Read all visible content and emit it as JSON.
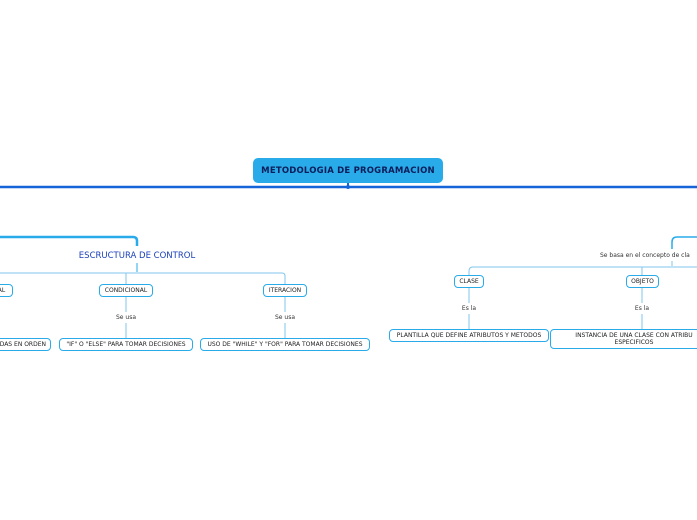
{
  "root": {
    "label": "METODOLOGIA DE PROGRAMACION"
  },
  "left_branch": {
    "topic": "ESCRUCTURA DE CONTROL",
    "children": [
      {
        "label": "AL",
        "detail": "DAS EN ORDEN"
      },
      {
        "label": "CONDICIONAL",
        "connector": "Se usa",
        "detail": "\"IF\" O \"ELSE\" PARA TOMAR DECISIONES"
      },
      {
        "label": "ITERACION",
        "connector": "Se usa",
        "detail": "USO DE \"WHILE\" Y \"FOR\" PARA TOMAR DECISIONES"
      }
    ]
  },
  "right_branch": {
    "connector": "Se basa en el concepto de cla",
    "children": [
      {
        "label": "CLASE",
        "connector": "Es la",
        "detail": "PLANTILLA QUE DEFINE ATRIBUTOS Y METODOS"
      },
      {
        "label": "OBJETO",
        "connector": "Es  la",
        "detail": "INSTANCIA DE UNA CLASE CON ATRIBU ESPECIFICOS"
      }
    ]
  },
  "colors": {
    "root_fill": "#29abe9",
    "main_line": "#1565d8",
    "branch_line": "#29abe9",
    "thin_line": "#7fc6ee",
    "topic_text": "#1a3fb8"
  }
}
